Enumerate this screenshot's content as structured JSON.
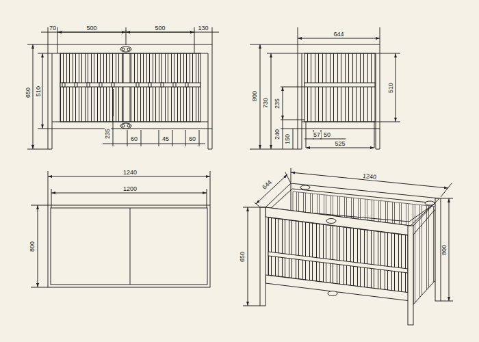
{
  "diagram": {
    "labels": [
      "70",
      "500",
      "500",
      "130",
      "650",
      "510",
      "235",
      "60",
      "45",
      "60",
      "644",
      "800",
      "730",
      "510",
      "235",
      "240",
      "150",
      "57",
      "50",
      "525",
      "1240",
      "1200",
      "800",
      "644",
      "1240",
      "650",
      "800"
    ]
  }
}
